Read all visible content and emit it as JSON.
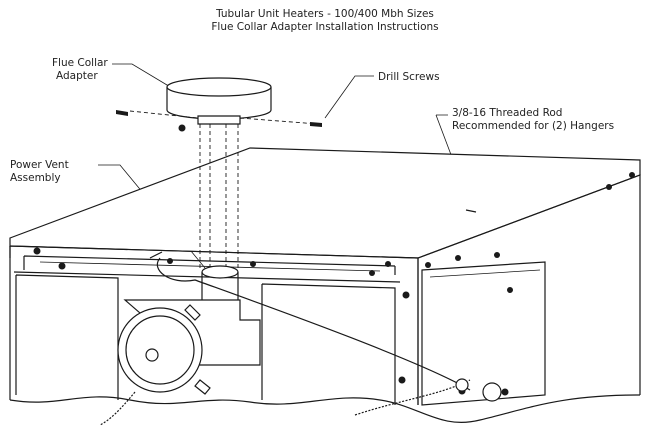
{
  "title": {
    "line1": "Tubular Unit Heaters - 100/400 Mbh Sizes",
    "line2": "Flue Collar Adapter Installation Instructions"
  },
  "labels": {
    "flue_collar_line1": "Flue Collar",
    "flue_collar_line2": "Adapter",
    "drill_screws": "Drill Screws",
    "threaded_rod_line1": "3/8-16 Threaded Rod",
    "threaded_rod_line2": "Recommended for (2) Hangers",
    "power_vent_line1": "Power Vent",
    "power_vent_line2": "Assembly"
  }
}
